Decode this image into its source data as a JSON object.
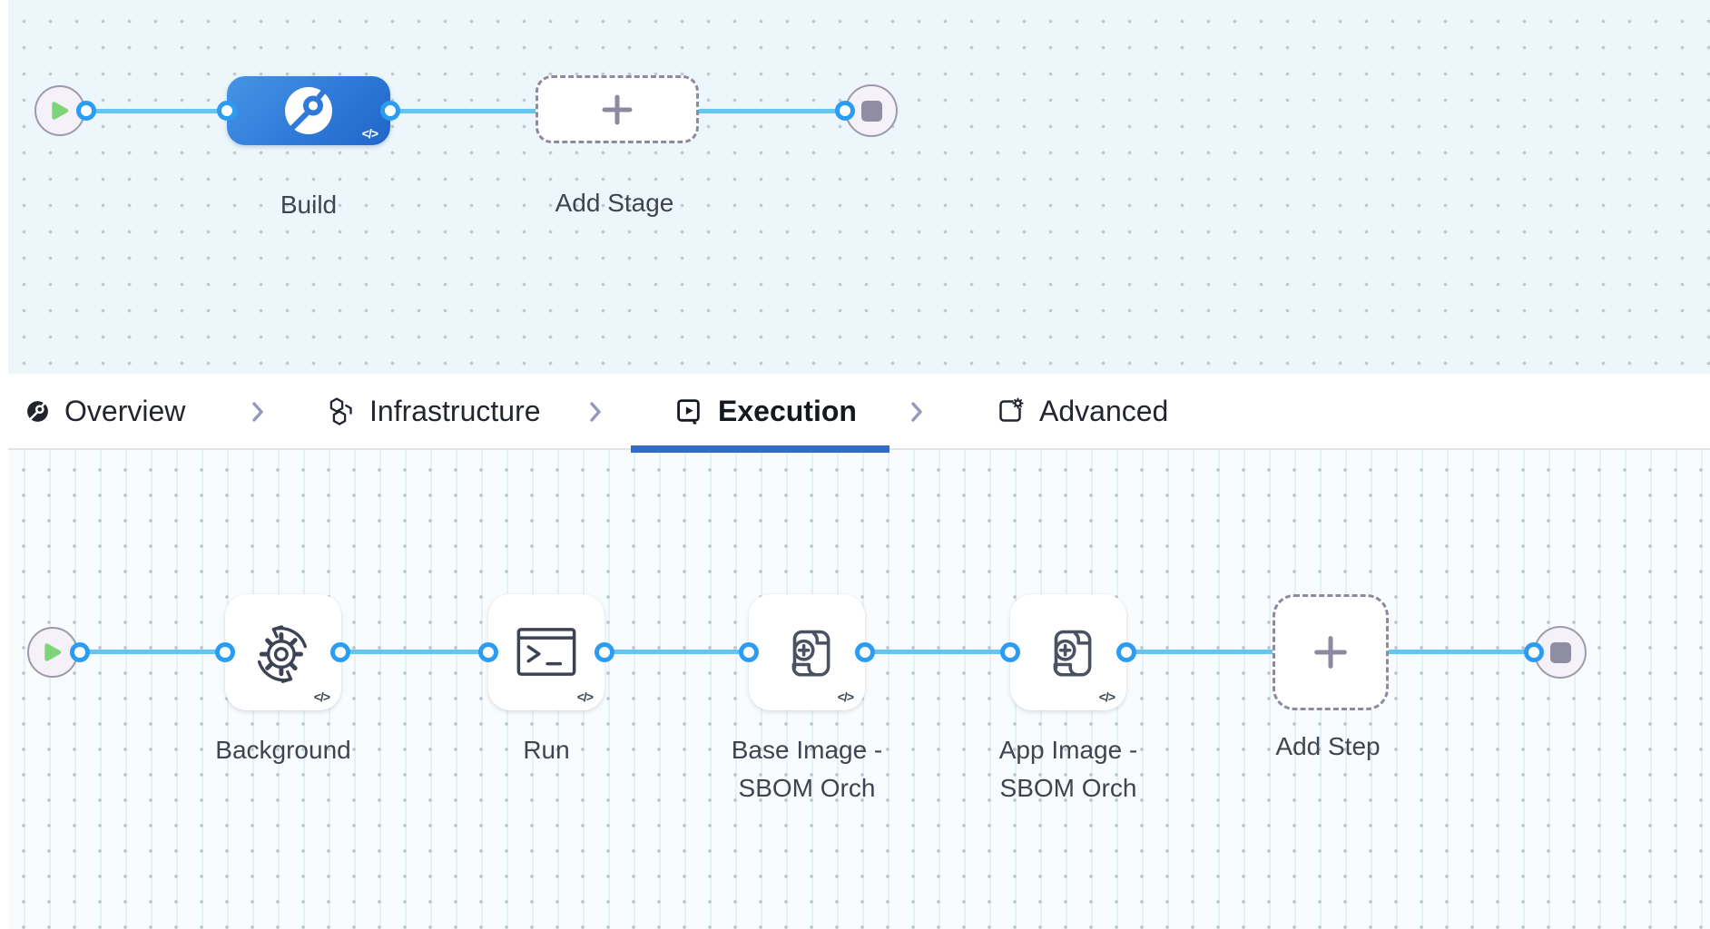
{
  "stage_canvas": {
    "build_stage": {
      "label": "Build",
      "code_glyph": "</>"
    },
    "add_stage": {
      "label": "Add Stage"
    }
  },
  "tab_bar": {
    "items": [
      {
        "label": "Overview"
      },
      {
        "label": "Infrastructure"
      },
      {
        "label": "Execution"
      },
      {
        "label": "Advanced"
      }
    ],
    "active_tab": "Execution"
  },
  "step_canvas": {
    "steps": [
      {
        "line1": "Background",
        "line2": "",
        "code_glyph": "</>"
      },
      {
        "line1": "Run",
        "line2": "",
        "code_glyph": "</>"
      },
      {
        "line1": "Base Image -",
        "line2": "SBOM Orch",
        "code_glyph": "</>"
      },
      {
        "line1": "App Image -",
        "line2": "SBOM Orch",
        "code_glyph": "</>"
      }
    ],
    "add_step": {
      "label": "Add Step"
    }
  },
  "colors": {
    "edge_blue": "#64c5f0",
    "connector_blue": "#2b9cf2",
    "tab_underline_blue": "#316bcc",
    "stage_gradient_start": "#4694e6",
    "stage_gradient_end": "#2066c9",
    "play_green": "#7ed579",
    "end_square_gray": "#8f8da1"
  }
}
